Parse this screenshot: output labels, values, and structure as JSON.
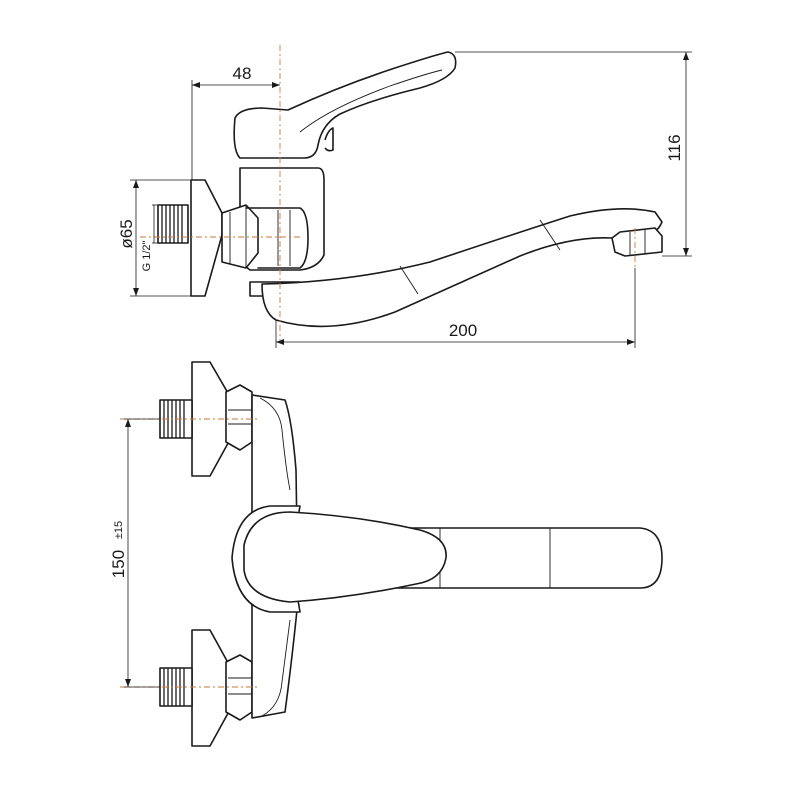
{
  "dimensions": {
    "connection_offset": "48",
    "height": "116",
    "spout_reach": "200",
    "rosette_diameter": "ø65",
    "thread_size": "G 1/2\"",
    "center_distance": "150",
    "center_tolerance": "±15"
  },
  "colors": {
    "line": "#1a1a1a",
    "centerline": "#c97a3a",
    "background": "#ffffff"
  }
}
